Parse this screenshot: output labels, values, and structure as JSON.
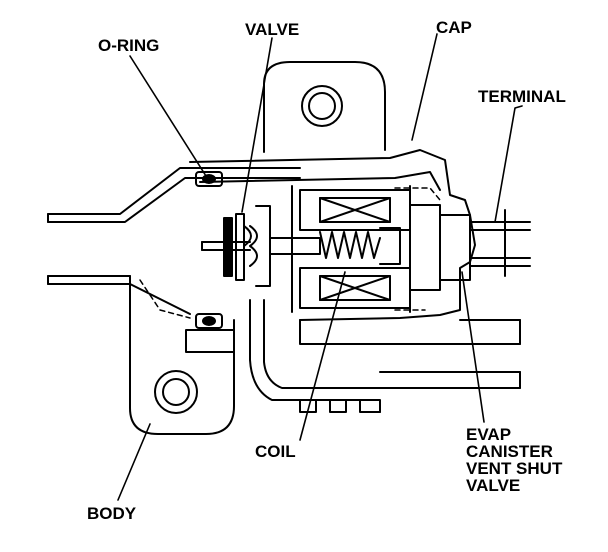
{
  "labels": {
    "oring": "O-RING",
    "valve": "VALVE",
    "cap": "CAP",
    "terminal": "TERMINAL",
    "coil": "COIL",
    "body": "BODY",
    "evap": [
      "EVAP",
      "CANISTER",
      "VENT SHUT",
      "VALVE"
    ]
  },
  "colors": {
    "ink": "#000000",
    "paper": "#ffffff"
  }
}
